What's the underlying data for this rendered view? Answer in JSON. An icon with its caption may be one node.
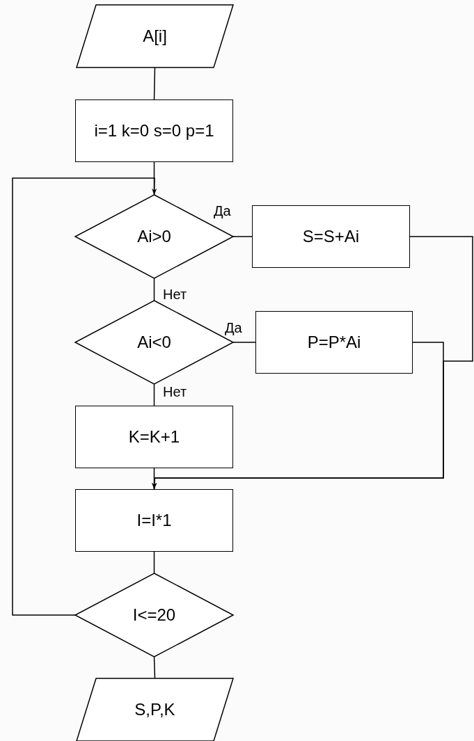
{
  "diagram": {
    "nodes": [
      {
        "text": [
          "A[i]"
        ]
      },
      {
        "text": [
          "i=1 k=0 s=0 p=1"
        ]
      },
      {
        "text": [
          "Ai>0"
        ]
      },
      {
        "text": [
          "S=S+Ai"
        ]
      },
      {
        "text": [
          "Ai<0"
        ]
      },
      {
        "text": [
          "P=P*Ai"
        ]
      },
      {
        "text": [
          "K=K+1"
        ]
      },
      {
        "text": [
          "I=I*1"
        ]
      },
      {
        "text": [
          "I<=20"
        ]
      },
      {
        "text": [
          "S,P,K"
        ]
      }
    ],
    "edges": [
      {
        "from": 0,
        "to": 1,
        "arrow": "none"
      },
      {
        "from": 1,
        "to": 2,
        "arrow": "none"
      },
      {
        "from": 2,
        "to": 3,
        "arrow": "none",
        "label": "Да"
      },
      {
        "from": 3,
        "to": 7,
        "arrow": "to"
      },
      {
        "from": 2,
        "to": 4,
        "arrow": "none",
        "label": "Нет"
      },
      {
        "from": 4,
        "to": 5,
        "arrow": "none",
        "label": "Да"
      },
      {
        "from": 5,
        "to": 7,
        "arrow": "to"
      },
      {
        "from": 4,
        "to": 6,
        "arrow": "none",
        "label": "Нет"
      },
      {
        "from": 6,
        "to": 7,
        "arrow": "none"
      },
      {
        "from": 7,
        "to": 8,
        "arrow": "none"
      },
      {
        "from": 8,
        "to": 2,
        "arrow": "to"
      },
      {
        "from": 8,
        "to": 9,
        "arrow": "none"
      }
    ]
  }
}
